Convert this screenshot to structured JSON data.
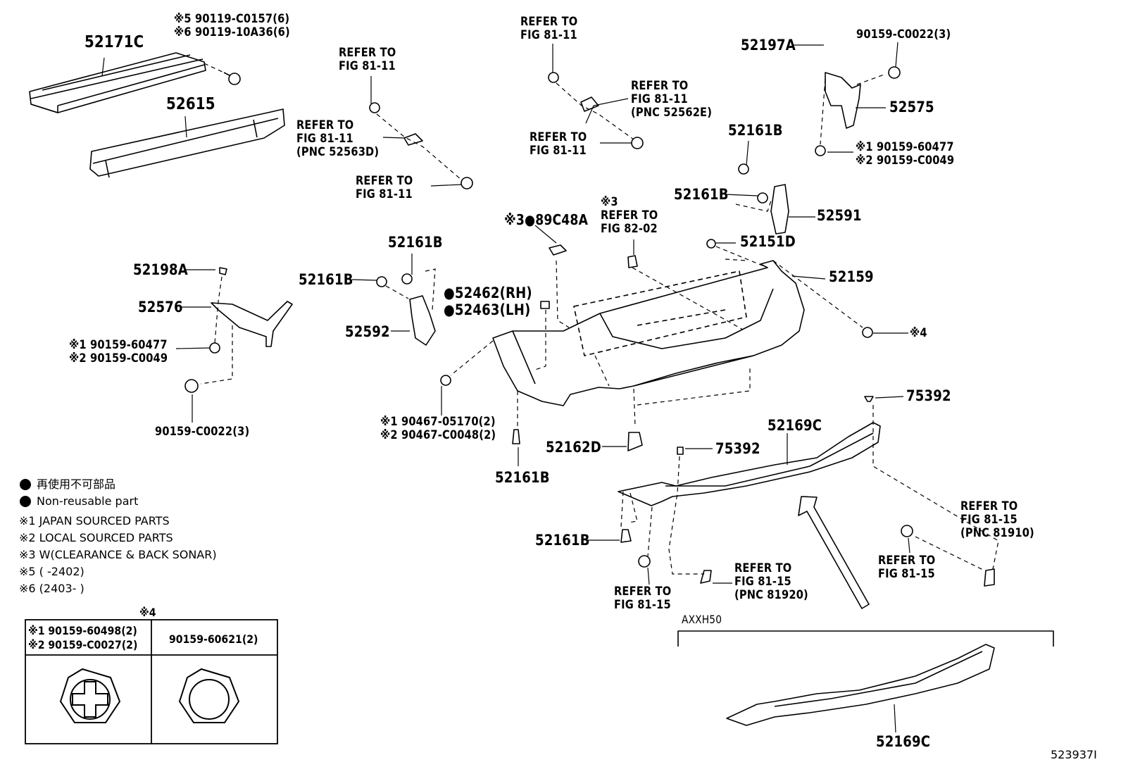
{
  "diagram_id": "523937I",
  "labels": {
    "p52171C": "52171C",
    "fastener_top": [
      "※5 90119-C0157(6)",
      "※6 90119-10A36(6)"
    ],
    "p52615": "52615",
    "refer_a": [
      "REFER TO",
      "FIG 81-11"
    ],
    "refer_b": [
      "REFER TO",
      "FIG 81-11",
      "(PNC 52563D)"
    ],
    "refer_c": [
      "REFER TO",
      "FIG 81-11"
    ],
    "refer_d": [
      "REFER TO",
      "FIG 81-11"
    ],
    "refer_e": [
      "REFER TO",
      "FIG 81-11",
      "(PNC 52562E)"
    ],
    "refer_f": [
      "REFER TO",
      "FIG 81-11"
    ],
    "p52197A": "52197A",
    "p90159_C0022_top": "90159-C0022(3)",
    "p52575": "52575",
    "fastener_right": [
      "※1 90159-60477",
      "※2 90159-C0049"
    ],
    "p52161B_1": "52161B",
    "p52161B_2": "52161B",
    "p52591": "52591",
    "p89C48A": "※3●89C48A",
    "refer_sonar": [
      "※3",
      "REFER TO",
      "FIG 82-02"
    ],
    "p52151D": "52151D",
    "p52159": "52159",
    "p52198A": "52198A",
    "p52576": "52576",
    "fastener_left": [
      "※1 90159-60477",
      "※2 90159-C0049"
    ],
    "p90159_C0022_left": "90159-C0022(3)",
    "p52161B_3": "52161B",
    "p52161B_4": "52161B",
    "p52462": "●52462(RH)",
    "p52463": "●52463(LH)",
    "p52592": "52592",
    "kome4": "※4",
    "fastener_bottom": [
      "※1 90467-05170(2)",
      "※2 90467-C0048(2)"
    ],
    "p52161B_5": "52161B",
    "p52162D": "52162D",
    "p75392_1": "75392",
    "p75392_2": "75392",
    "p52169C_1": "52169C",
    "refer_g": [
      "REFER TO",
      "FIG 81-15",
      "(PNC 81910)"
    ],
    "refer_h": [
      "REFER TO",
      "FIG 81-15"
    ],
    "refer_i": [
      "REFER TO",
      "FIG 81-15",
      "(PNC 81920)"
    ],
    "refer_j": [
      "REFER TO",
      "FIG 81-15"
    ],
    "p52161B_6": "52161B",
    "axxh50": "AXXH50",
    "p52169C_2": "52169C"
  },
  "legend": [
    "再使用不可部品",
    "Non-reusable part",
    "※1  JAPAN SOURCED PARTS",
    "※2  LOCAL SOURCED PARTS",
    "※3  W(CLEARANCE & BACK SONAR)",
    "※5 (        -2402)",
    "※6 (2403-        )"
  ],
  "table": {
    "title": "※4",
    "col1": [
      "※1 90159-60498(2)",
      "※2 90159-C0027(2)"
    ],
    "col2": "90159-60621(2)"
  }
}
